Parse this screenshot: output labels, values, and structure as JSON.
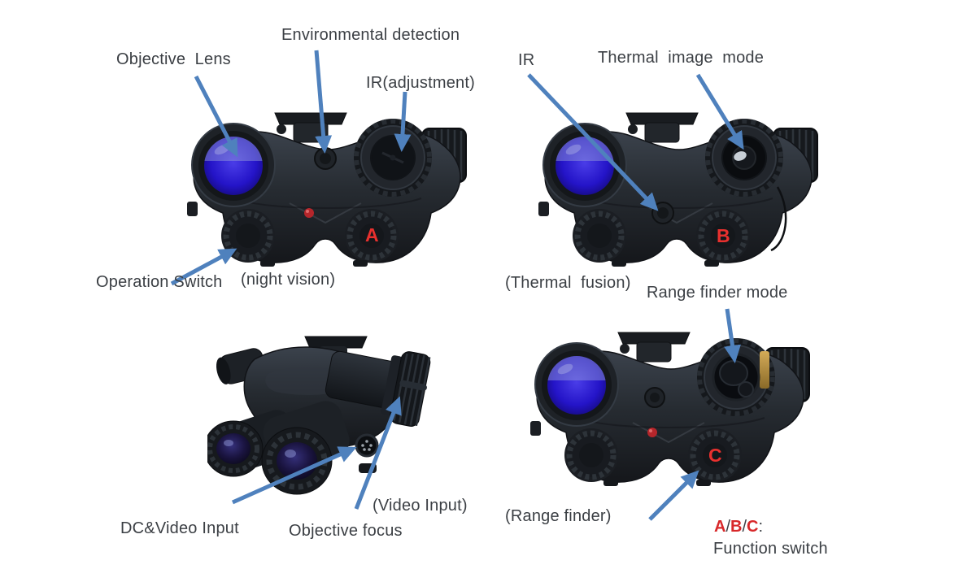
{
  "figure_type": "annotated-product-diagram",
  "colors": {
    "arrow": "#4f81bd",
    "label_text": "#3b3f44",
    "marker_red": "#e8302e",
    "legend_red": "#d8282a",
    "device_body": "#23272d",
    "lens_blue": "#2414c8"
  },
  "panels": {
    "night_vision": {
      "labels": {
        "objective_lens": "Objective  Lens",
        "environmental_detection": "Environmental detection",
        "ir_adjustment": "IR(adjustment)",
        "operation_switch": "Operation Switch",
        "mode_caption": "(night vision)"
      },
      "marker": "A"
    },
    "thermal_fusion": {
      "labels": {
        "ir": "IR",
        "thermal_image_mode": "Thermal  image  mode",
        "mode_caption": "(Thermal  fusion)",
        "range_finder_mode": "Range finder mode"
      },
      "marker": "B"
    },
    "video_input": {
      "labels": {
        "dc_video_input": "DC&Video Input",
        "objective_focus": "Objective focus",
        "mode_caption": "(Video Input)"
      }
    },
    "range_finder": {
      "labels": {
        "mode_caption": "(Range finder)"
      },
      "marker": "C"
    }
  },
  "legend": {
    "a": "A",
    "slash1": "/",
    "b": "B",
    "slash2": "/",
    "c": "C",
    "colon": ":",
    "caption": "Function switch"
  }
}
